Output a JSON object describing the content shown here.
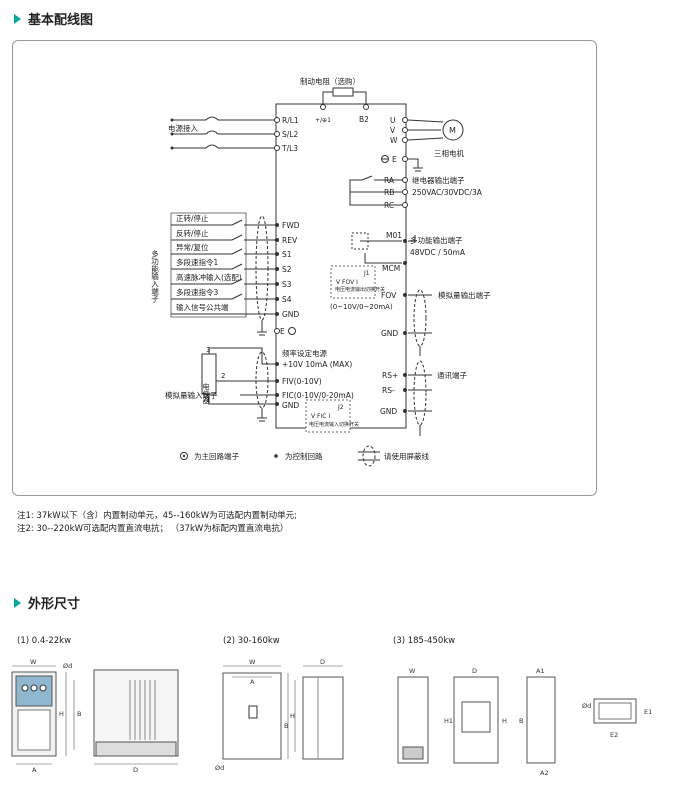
{
  "sections": {
    "wiring_title": "基本配线图",
    "outline_title": "外形尺寸"
  },
  "diagram": {
    "brake_resistor": "制动电阻（选购）",
    "power_input": "电源接入",
    "terminals_in": [
      "R/L1",
      "S/L2",
      "T/L3"
    ],
    "dc_plus": "+/⊕1",
    "b2": "B2",
    "terminals_out": [
      "U",
      "V",
      "W"
    ],
    "motor_symbol": "M",
    "motor_label": "三相电机",
    "ground_e": "E",
    "relay_terms": [
      "RA",
      "RB",
      "RC"
    ],
    "relay_label": "继电器输出端子",
    "relay_rating": "250VAC/30VDC/3A",
    "mf_input_label": "多功能输入端子",
    "inputs": [
      {
        "label": "正转/停止",
        "term": "FWD"
      },
      {
        "label": "反转/停止",
        "term": "REV"
      },
      {
        "label": "异常/复位",
        "term": "S1"
      },
      {
        "label": "多段速指令1",
        "term": "S2"
      },
      {
        "label": "高速脉冲输入(选配)",
        "term": "S3"
      },
      {
        "label": "多段速指令3",
        "term": "S4"
      },
      {
        "label": "输入信号公共端",
        "term": "GND"
      }
    ],
    "m01": "M01",
    "mf_output_label": "多功能输出端子",
    "mf_output_rating": "48VDC / 50mA",
    "mcm": "MCM",
    "j1_label": "V  FOV  I",
    "j1_name": "J1",
    "j1_desc": "电压电流输出切换开关",
    "fov": "FOV",
    "fov_range": "(0~10V/0~20mA)",
    "analog_out_label": "模拟量输出端子",
    "gnd": "GND",
    "freq_setting": "频率设定电源",
    "supply": "+10V  10mA (MAX)",
    "pot_label": "电位器",
    "pot_pins": [
      "3",
      "2",
      "1"
    ],
    "fiv": "FIV(0-10V)",
    "fic": "FIC(0-10V/0-20mA)",
    "analog_in_label": "模拟量输入端子",
    "j2_label": "V  FIC  I",
    "j2_name": "J2",
    "j2_desc": "电压电流输入切换开关",
    "rs_plus": "RS+",
    "rs_minus": "RS-",
    "comm_label": "通讯端子",
    "legend_main": "为主回路端子",
    "legend_ctrl": "为控制回路",
    "legend_shield": "请使用屏蔽线"
  },
  "notes": [
    "注1: 37kW以下（含）内置制动单元，45--160kW为可选配内置制动单元;",
    "注2: 30--220kW可选配内置直流电抗； （37kW为标配内置直流电抗）"
  ],
  "outlines": [
    {
      "title": "(1) 0.4-22kw",
      "labels": [
        "W",
        "H",
        "B",
        "A",
        "D",
        "Ød"
      ]
    },
    {
      "title": "(2) 30-160kw",
      "labels": [
        "W",
        "A",
        "H",
        "B",
        "D",
        "Ød"
      ]
    },
    {
      "title": "(3) 185-450kw",
      "labels": [
        "W",
        "D",
        "A1",
        "H1",
        "H",
        "B",
        "A2",
        "E1",
        "E2",
        "Ød"
      ]
    }
  ],
  "colors": {
    "accent": "#00a7a0"
  }
}
